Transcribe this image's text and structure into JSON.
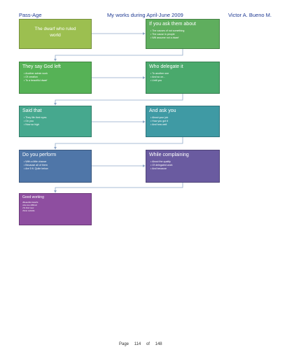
{
  "header": {
    "left": "Pass-Age",
    "center": "My works during April-June 2009",
    "right": "Victor A. Bueno M."
  },
  "boxes": [
    {
      "title": "The dwarf who ruled world",
      "items": []
    },
    {
      "title": "If you ask them about",
      "items": [
        "The causes of not something",
        "The cause in people",
        "Will assume not a dwarf"
      ]
    },
    {
      "title": "They say God left",
      "items": [
        "Another admin work",
        "Of creation",
        "To a beautiful dwarf"
      ]
    },
    {
      "title": "Who delegate it",
      "items": [
        "To another one",
        "And so on...",
        "Until you"
      ]
    },
    {
      "title": "Said that",
      "items": [
        "They life their eyes",
        "On you",
        "Now so high"
      ]
    },
    {
      "title": "And ask you",
      "items": [
        "About your job",
        "How you got it",
        "And how well"
      ]
    },
    {
      "title": "Do you perform",
      "items": [
        "With a little chance",
        "Because all of them",
        "Are 5 ft. Quite below"
      ]
    },
    {
      "title": "While complaining",
      "items": [
        "About the quality",
        "Of delegated work",
        "And because"
      ]
    },
    {
      "title": "Good working",
      "items": [
        "Beautiful dwarfs",
        "Are too difficult",
        "To find now",
        "Now outside"
      ]
    }
  ],
  "footer": {
    "page_label": "Page",
    "page_number": "114",
    "of_label": "of",
    "page_total": "148"
  },
  "colors": {
    "header_text": "#1f3a93",
    "connector": "#8fa7c8"
  }
}
